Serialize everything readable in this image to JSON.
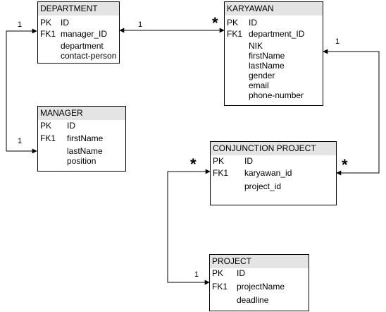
{
  "entities": {
    "department": {
      "title": "DEPARTMENT",
      "rows": [
        {
          "key": "PK",
          "field": "ID"
        },
        {
          "key": "FK1",
          "field": "manager_ID"
        },
        {
          "key": "",
          "field": "department"
        },
        {
          "key": "",
          "field": "contact-person"
        }
      ]
    },
    "karyawan": {
      "title": "KARYAWAN",
      "rows": [
        {
          "key": "PK",
          "field": "ID"
        },
        {
          "key": "FK1",
          "field": "department_ID"
        },
        {
          "key": "",
          "field": "NIK"
        },
        {
          "key": "",
          "field": "firstName"
        },
        {
          "key": "",
          "field": "lastName"
        },
        {
          "key": "",
          "field": "gender"
        },
        {
          "key": "",
          "field": "email"
        },
        {
          "key": "",
          "field": "phone-number"
        }
      ]
    },
    "manager": {
      "title": "MANAGER",
      "rows": [
        {
          "key": "PK",
          "field": "ID"
        },
        {
          "key": "FK1",
          "field": "firstName"
        },
        {
          "key": "",
          "field": "lastName"
        },
        {
          "key": "",
          "field": "position"
        }
      ]
    },
    "conjunction": {
      "title": "CONJUNCTION PROJECT",
      "rows": [
        {
          "key": "PK",
          "field": "ID"
        },
        {
          "key": "FK1",
          "field": "karyawan_id"
        },
        {
          "key": "",
          "field": "project_id"
        }
      ]
    },
    "project": {
      "title": "PROJECT",
      "rows": [
        {
          "key": "PK",
          "field": "ID"
        },
        {
          "key": "FK1",
          "field": "projectName"
        },
        {
          "key": "",
          "field": "deadline"
        }
      ]
    }
  },
  "multiplicities": {
    "dept_manager_top": "1",
    "dept_manager_bottom": "1",
    "dept_karyawan_left": "1",
    "dept_karyawan_right": "*",
    "karyawan_conj_top": "1",
    "karyawan_conj_bottom": "*",
    "conj_project_top": "*",
    "conj_project_bottom": "1"
  }
}
